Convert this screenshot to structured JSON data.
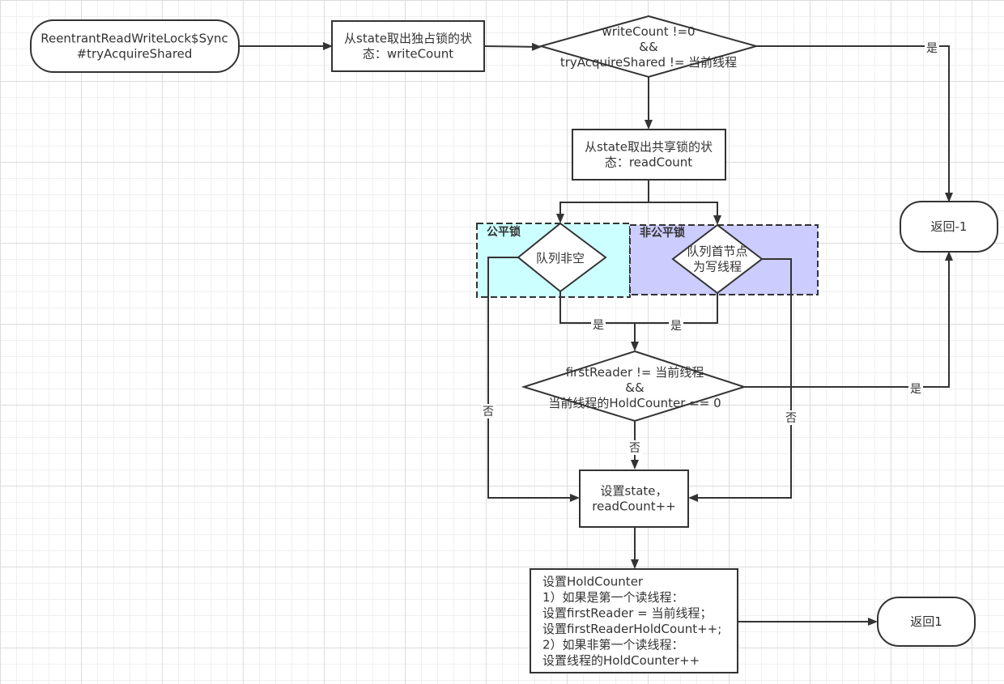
{
  "groups": {
    "fair": {
      "label": "公平锁",
      "color": "#ccffff"
    },
    "nonfair": {
      "label": "非公平锁",
      "color": "#ccccff"
    }
  },
  "nodes": {
    "start": [
      "ReentrantReadWriteLock$Sync",
      "#tryAcquireShared"
    ],
    "get_write": [
      "从state取出独占锁的状",
      "态：writeCount"
    ],
    "check_write": [
      "writeCount !=0",
      "&&",
      "tryAcquireShared != 当前线程"
    ],
    "get_read": [
      "从state取出共享锁的状",
      "态：readCount"
    ],
    "queue_nonempty": [
      "队列非空"
    ],
    "head_is_writer": [
      "队列首节点",
      "为写线程"
    ],
    "check_reader": [
      "firstReader != 当前线程",
      "&&",
      "当前线程的HoldCounter == 0"
    ],
    "set_state": [
      "设置state，",
      "readCount++"
    ],
    "set_holdcounter": [
      "设置HoldCounter",
      "1）如果是第一个读线程：",
      "设置firstReader = 当前线程；",
      "设置firstReaderHoldCount++;",
      "2）如果非第一个读线程：",
      "设置线程的HoldCounter++"
    ],
    "return_neg": [
      "返回-1"
    ],
    "return_one": [
      "返回1"
    ]
  },
  "edge_labels": {
    "yes": "是",
    "no": "否"
  }
}
